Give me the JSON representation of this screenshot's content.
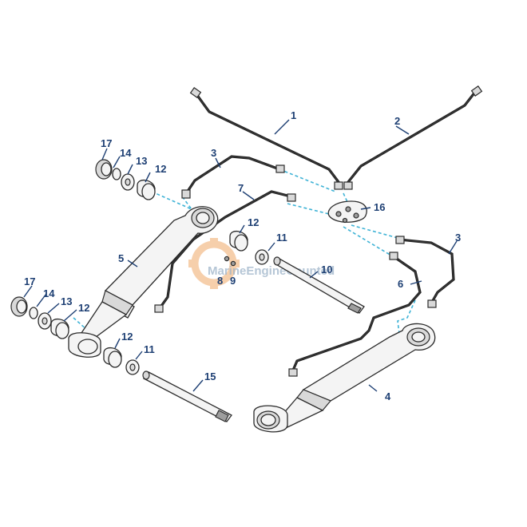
{
  "callouts": {
    "c1": "1",
    "c2": "2",
    "c3a": "3",
    "c3b": "3",
    "c4": "4",
    "c5": "5",
    "c6": "6",
    "c7": "7",
    "c8": "8",
    "c9": "9",
    "c10": "10",
    "c11a": "11",
    "c11b": "11",
    "c12a": "12",
    "c12b": "12",
    "c12c": "12",
    "c12d": "12",
    "c13a": "13",
    "c13b": "13",
    "c14a": "14",
    "c14b": "14",
    "c15": "15",
    "c16": "16",
    "c17a": "17",
    "c17b": "17"
  },
  "watermark": {
    "text": "MarineEngineCounted",
    "color": "#9db3c9",
    "gear_color": "#f0a868"
  },
  "colors": {
    "callout": "#1d3f73",
    "hidden_line": "#3fb3d6",
    "hose": "#1f1f1f"
  }
}
